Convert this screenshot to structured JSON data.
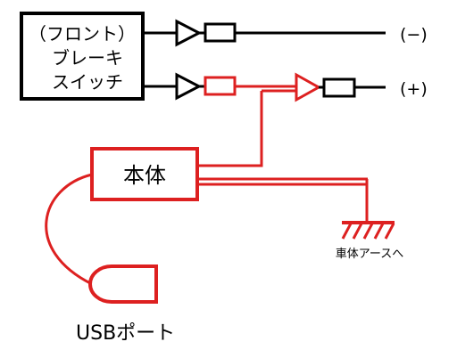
{
  "colors": {
    "black": "#000000",
    "red": "#dd2020",
    "background": "#ffffff"
  },
  "switch_box": {
    "lines": [
      "（フロント）",
      "ブレーキ",
      "スイッチ"
    ]
  },
  "main_box": {
    "label": "本体"
  },
  "terminals": {
    "negative": "(−)",
    "positive": "(+)"
  },
  "ground": {
    "label": "車体アースへ",
    "icon": "ground-icon"
  },
  "usb": {
    "label": "USBポート",
    "icon": "usb-port-icon"
  }
}
